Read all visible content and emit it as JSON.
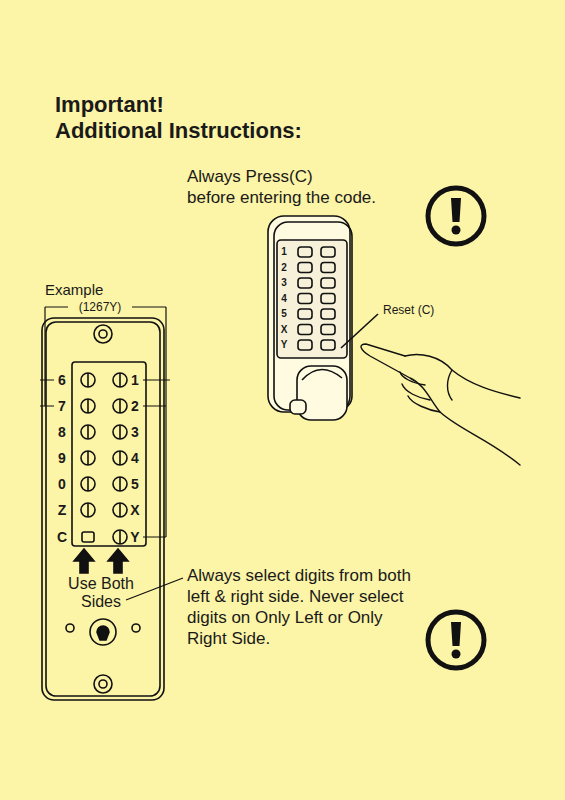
{
  "diagram": {
    "title": "Important! Additional Instructions:",
    "labels": [
      "Always Press(C) before entering the code.",
      "Reset (C)",
      "Example",
      "(1267Y)",
      "6",
      "7",
      "8",
      "9",
      "0",
      "Z",
      "C",
      "1",
      "2",
      "3",
      "4",
      "5",
      "X",
      "Y",
      "Use Both Sides",
      "Always select digits from both left & right side. Never select digits on Only Left or Only Right Side.",
      "1",
      "2",
      "3",
      "4",
      "5",
      "X",
      "Y"
    ]
  }
}
